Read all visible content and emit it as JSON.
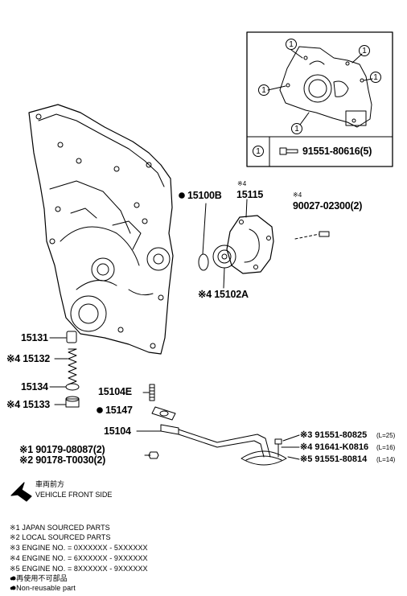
{
  "inset": {
    "callout_num": "1",
    "callout_part": "91551-80616(5)"
  },
  "callouts": {
    "p15100B": "15100B",
    "p15115_mark": "※4",
    "p15115": "15115",
    "p90027_mark": "※4",
    "p90027": "90027-02300(2)",
    "p15102A": "※4 15102A",
    "p15131": "15131",
    "p15132": "※4 15132",
    "p15134": "15134",
    "p15133": "※4 15133",
    "p15104E": "15104E",
    "p15147": "15147",
    "p15104": "15104",
    "p90179": "※1 90179-08087(2)",
    "p90178": "※2 90178-T0030(2)",
    "r1_part": "※3 91551-80825",
    "r1_len": "(L=25)",
    "r2_part": "※4 91641-K0816",
    "r2_len": "(L=16)",
    "r3_part": "※5 91551-80814",
    "r3_len": "(L=14)"
  },
  "direction": {
    "jp": "車両前方",
    "en": "VEHICLE FRONT SIDE"
  },
  "legend": [
    "※1 JAPAN SOURCED PARTS",
    "※2 LOCAL SOURCED PARTS",
    "※3 ENGINE NO. = 0XXXXXX - 5XXXXXX",
    "※4 ENGINE NO. = 6XXXXXX - 9XXXXXX",
    "※5 ENGINE NO. = 8XXXXXX - 9XXXXXX",
    "● 再使用不可部品",
    "● Non-reusable part"
  ]
}
